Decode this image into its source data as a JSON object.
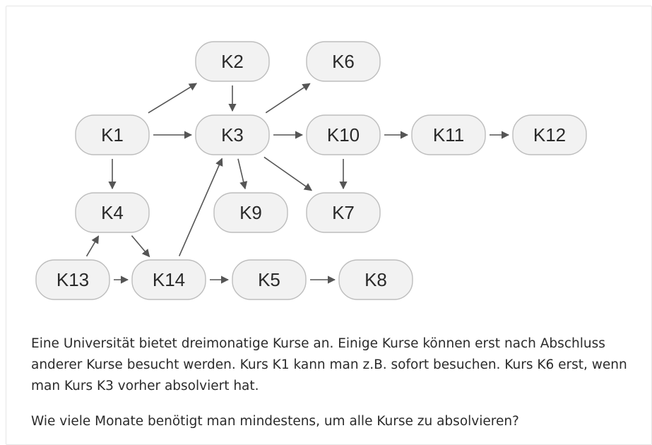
{
  "diagram": {
    "nodes": [
      {
        "id": "K1",
        "label": "K1"
      },
      {
        "id": "K2",
        "label": "K2"
      },
      {
        "id": "K3",
        "label": "K3"
      },
      {
        "id": "K4",
        "label": "K4"
      },
      {
        "id": "K5",
        "label": "K5"
      },
      {
        "id": "K6",
        "label": "K6"
      },
      {
        "id": "K7",
        "label": "K7"
      },
      {
        "id": "K8",
        "label": "K8"
      },
      {
        "id": "K9",
        "label": "K9"
      },
      {
        "id": "K10",
        "label": "K10"
      },
      {
        "id": "K11",
        "label": "K11"
      },
      {
        "id": "K12",
        "label": "K12"
      },
      {
        "id": "K13",
        "label": "K13"
      },
      {
        "id": "K14",
        "label": "K14"
      }
    ],
    "edges": [
      {
        "from": "K1",
        "to": "K2"
      },
      {
        "from": "K1",
        "to": "K3"
      },
      {
        "from": "K1",
        "to": "K4"
      },
      {
        "from": "K2",
        "to": "K3"
      },
      {
        "from": "K3",
        "to": "K6"
      },
      {
        "from": "K3",
        "to": "K10"
      },
      {
        "from": "K3",
        "to": "K9"
      },
      {
        "from": "K3",
        "to": "K7"
      },
      {
        "from": "K10",
        "to": "K11"
      },
      {
        "from": "K10",
        "to": "K7"
      },
      {
        "from": "K11",
        "to": "K12"
      },
      {
        "from": "K4",
        "to": "K14"
      },
      {
        "from": "K13",
        "to": "K4"
      },
      {
        "from": "K13",
        "to": "K14"
      },
      {
        "from": "K14",
        "to": "K3"
      },
      {
        "from": "K14",
        "to": "K5"
      },
      {
        "from": "K5",
        "to": "K8"
      }
    ]
  },
  "text": {
    "paragraph": "Eine Universität bietet dreimonatige Kurse an. Einige Kurse können erst nach Abschluss anderer Kurse besucht werden. Kurs K1 kann man z.B. sofort besuchen. Kurs K6 erst, wenn man Kurs K3 vorher absolviert hat.",
    "question": "Wie viele Monate benötigt man mindestens, um alle Kurse zu absolvieren?"
  }
}
